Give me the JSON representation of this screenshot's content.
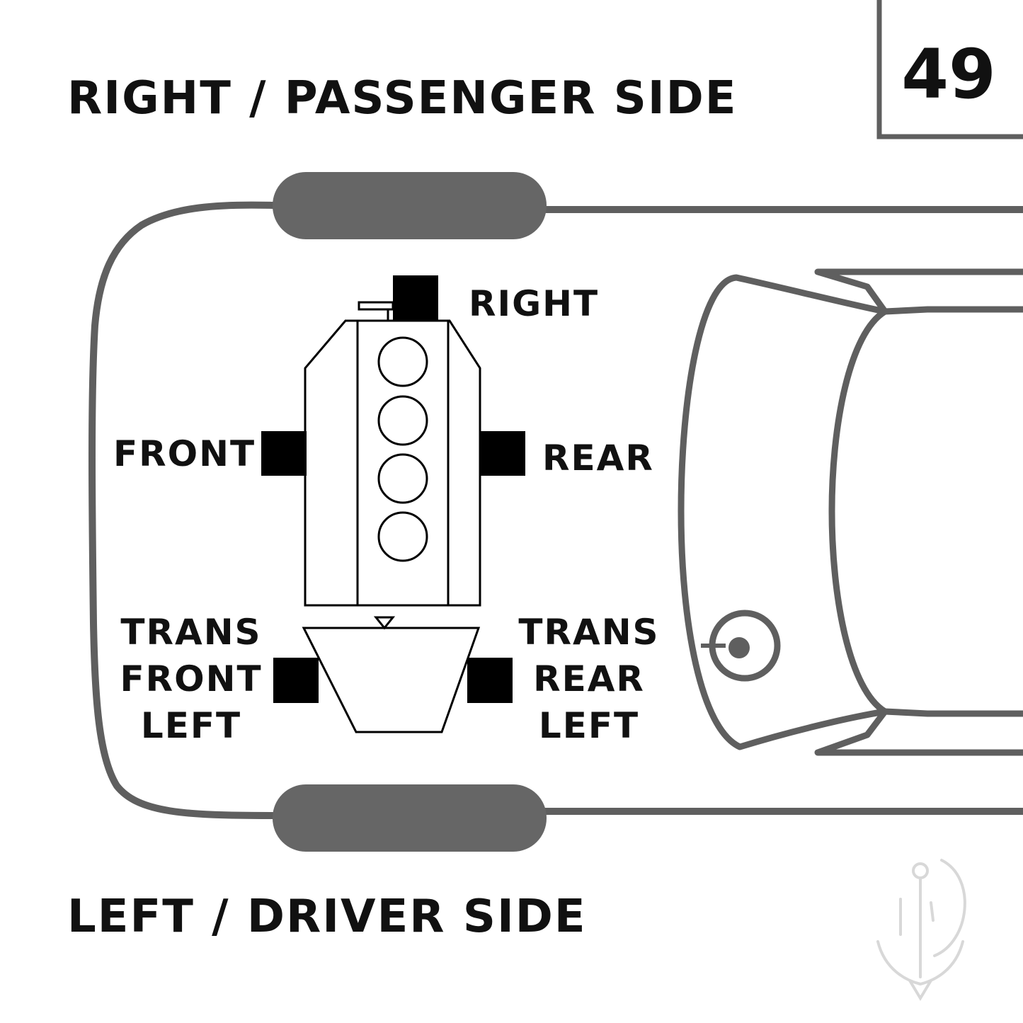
{
  "labels": {
    "passenger_side": "RIGHT / PASSENGER SIDE",
    "driver_side": "LEFT / DRIVER SIDE",
    "diagram_number": "49",
    "mount_right": "RIGHT",
    "mount_front": "FRONT",
    "mount_rear": "REAR",
    "trans_front_left": [
      "TRANS",
      "FRONT",
      "LEFT"
    ],
    "trans_rear_left": [
      "TRANS",
      "REAR",
      "LEFT"
    ]
  },
  "colors": {
    "outline": "#5f5f5f",
    "tire": "#666666",
    "mount": "#000000",
    "text": "#111111",
    "watermark": "#d8d8d8"
  }
}
